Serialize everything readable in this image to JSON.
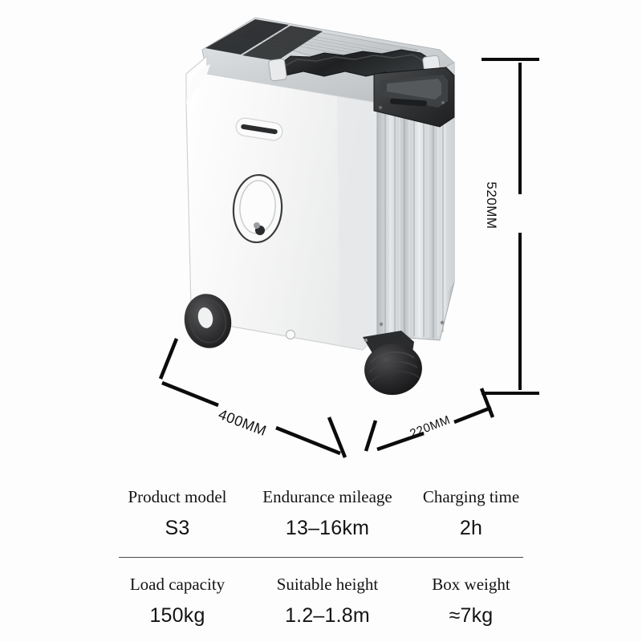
{
  "page": {
    "background_color": "#fdfdfd",
    "product_name": "smart-electric-riding-luggage"
  },
  "product": {
    "body_color": "#f2f2f2",
    "accent_color": "#2b2b2b",
    "side_panel_color": "#c9ccce",
    "parts": [
      "telescopic-handle",
      "top-carry-handle",
      "ribbed-aluminum-side-panel",
      "oval-emblem",
      "recessed-grip",
      "rear-caster-wheel",
      "front-drive-wheel"
    ]
  },
  "dimensions": {
    "height": {
      "label": "520MM",
      "orientation": "vertical",
      "value": 520,
      "unit": "MM"
    },
    "width": {
      "label": "400MM",
      "orientation": "diagonal-down",
      "value": 400,
      "unit": "MM"
    },
    "depth": {
      "label": "220MM",
      "orientation": "diagonal-up",
      "value": 220,
      "unit": "MM"
    }
  },
  "specs": {
    "rows": [
      {
        "cells": [
          {
            "label": "Product model",
            "value": "S3"
          },
          {
            "label": "Endurance mileage",
            "value": "13–16km"
          },
          {
            "label": "Charging time",
            "value": "2h"
          }
        ]
      },
      {
        "cells": [
          {
            "label": "Load capacity",
            "value": "150kg"
          },
          {
            "label": "Suitable height",
            "value": "1.2–1.8m"
          },
          {
            "label": "Box weight",
            "value": "≈7kg"
          }
        ]
      }
    ],
    "divider_color": "#4a4a52"
  }
}
